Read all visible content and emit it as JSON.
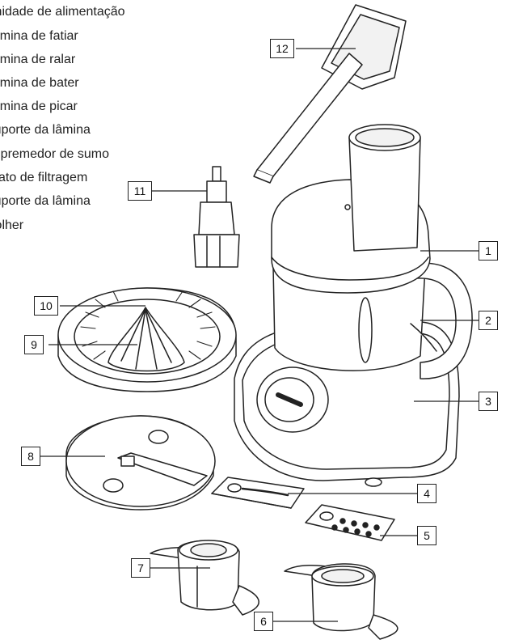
{
  "legend": {
    "items": [
      "Unidade de alimentação",
      "Lâmina de fatiar",
      "Lâmina de ralar",
      "Lâmina de bater",
      "Lâmina de picar",
      "Suporte da lâmina",
      "Espremedor de sumo",
      "Prato de filtragem",
      "Suporte da lâmina",
      "Colher"
    ]
  },
  "callouts": {
    "c1": "1",
    "c2": "2",
    "c3": "3",
    "c4": "4",
    "c5": "5",
    "c6": "6",
    "c7": "7",
    "c8": "8",
    "c9": "9",
    "c10": "10",
    "c11": "11",
    "c12": "12"
  },
  "colors": {
    "line": "#222222",
    "fill": "#ffffff",
    "shade": "#d9d9d9"
  }
}
